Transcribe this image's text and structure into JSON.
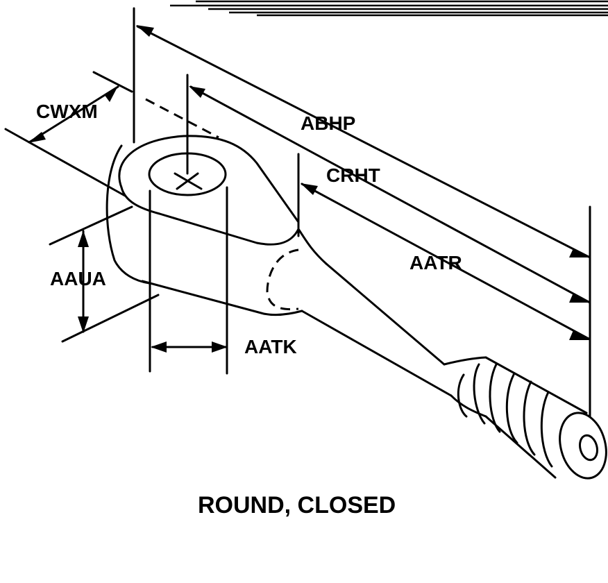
{
  "labels": {
    "cwxm": "CWXM",
    "abhp": "ABHP",
    "crht": "CRHT",
    "aatr": "AATR",
    "aaua": "AAUA",
    "aatk": "AATK"
  },
  "caption": "ROUND, CLOSED"
}
